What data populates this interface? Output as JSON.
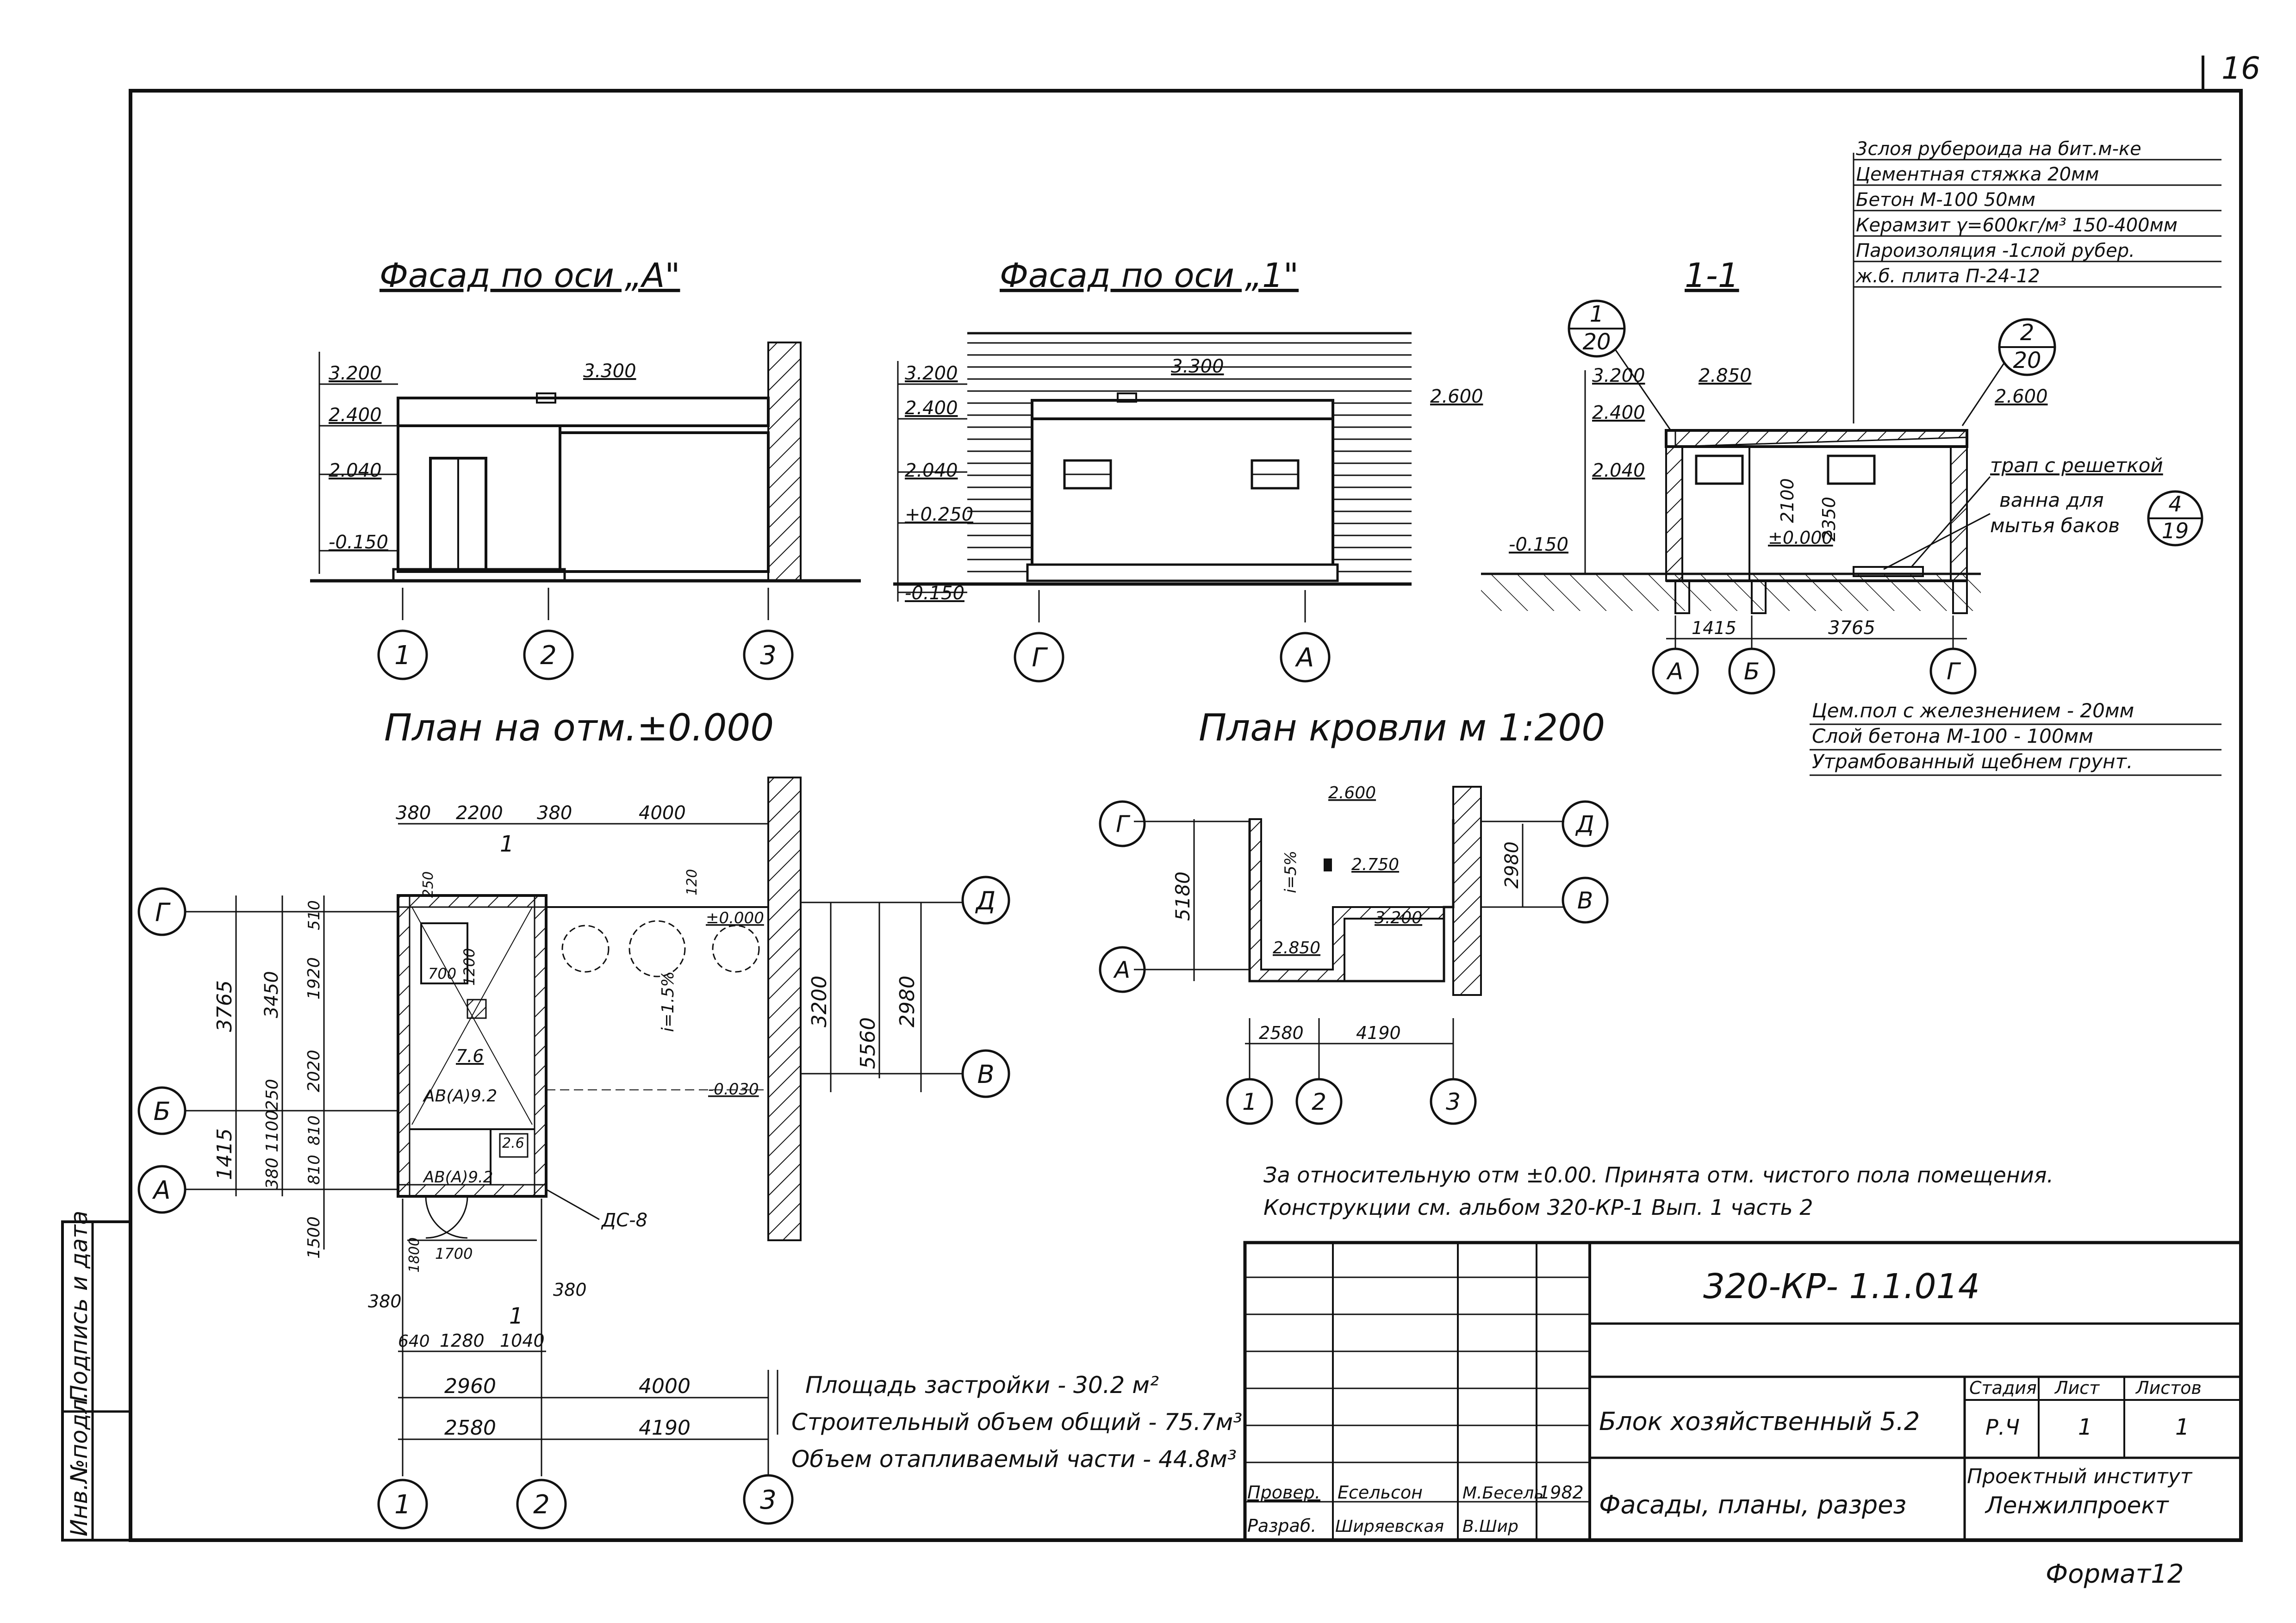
{
  "sheet_number": "16",
  "format_label": "Формат12",
  "facade_a": {
    "title": "Фасад по оси „А\"",
    "levels": [
      "3.200",
      "2.400",
      "2.040",
      "-0.150"
    ],
    "top_level": "3.300",
    "axes": [
      "1",
      "2",
      "3"
    ]
  },
  "facade_1": {
    "title": "Фасад по оси „1\"",
    "levels": [
      "3.200",
      "2.400",
      "2.040",
      "+0.250",
      "-0.150"
    ],
    "top_level": "3.300",
    "right_level": "2.600",
    "axes": [
      "Г",
      "А"
    ]
  },
  "section": {
    "title": "1-1",
    "callout_left": {
      "num": "1",
      "sheet": "20"
    },
    "callout_right": {
      "num": "2",
      "sheet": "20"
    },
    "callout_bath": {
      "num": "4",
      "sheet": "19"
    },
    "levels": [
      "3.200",
      "2.400",
      "2.040",
      "-0.150"
    ],
    "level_top": "2.850",
    "level_right": "2.600",
    "level_zero": "±0.000",
    "dim_2100": "2100",
    "dim_2350": "2350",
    "dim_1415": "1415",
    "dim_3765": "3765",
    "axes": [
      "А",
      "Б",
      "Г"
    ],
    "note_drain": "трап с решеткой",
    "note_bath_1": "ванна для",
    "note_bath_2": "мытья баков",
    "roof_layers": [
      "3слоя рубероида на бит.м-ке",
      "Цементная стяжка      20мм",
      "Бетон М-100           50мм",
      "Керамзит γ=600кг/м³ 150-400мм",
      "Пароизоляция -1слой рубер.",
      "ж.б. плита   П-24-12"
    ],
    "floor_layers": [
      "Цем.пол с железнением - 20мм",
      "Слой бетона М-100   - 100мм",
      "Утрамбованный щебнем грунт."
    ]
  },
  "plan": {
    "title": "План на отм.±0.000",
    "top_dims": [
      "380",
      "2200",
      "380",
      "4000"
    ],
    "bottom_dims_1": [
      "640",
      "1280",
      "1040"
    ],
    "bottom_dims_2": [
      "2960",
      "4000"
    ],
    "bottom_dims_3": [
      "2580",
      "4190"
    ],
    "small_dims": [
      "380",
      "380"
    ],
    "left_dims_outer": [
      "3765",
      "1415"
    ],
    "left_dims_mid": [
      "3450",
      "250",
      "1100",
      "380"
    ],
    "left_dims_inner": [
      "510",
      "1920",
      "2020",
      "810",
      "810",
      "1500"
    ],
    "right_dims": [
      "3200",
      "2980",
      "5560"
    ],
    "rooms": [
      "7.6",
      "АВ(А)9.2",
      "АВ(А)9.2",
      "2.6"
    ],
    "labels": [
      "ДС-8",
      "i=1.5%",
      "±0.000",
      "-0.030",
      "700",
      "1200",
      "1700",
      "1800",
      "250",
      "120"
    ],
    "section_mark": "1",
    "axes_left": [
      "Г",
      "Б",
      "А"
    ],
    "axes_right": [
      "Д",
      "В"
    ],
    "axes_bottom": [
      "1",
      "2",
      "3"
    ]
  },
  "roof_plan": {
    "title": "План кровли м 1:200",
    "levels": [
      "2.600",
      "2.750",
      "3.200",
      "2.850"
    ],
    "slope": "i=5%",
    "dims": [
      "5180",
      "2980",
      "2580",
      "4190"
    ],
    "axes_left": [
      "Г",
      "А"
    ],
    "axes_right": [
      "Д",
      "В"
    ],
    "axes_bottom": [
      "1",
      "2",
      "3"
    ]
  },
  "notes": {
    "line1": "За относительную отм ±0.00. Принята отм. чистого пола помещения.",
    "line2": "Конструкции см. альбом 320-КР-1    Вып. 1      часть 2"
  },
  "areas": {
    "line1": "Площадь застройки  -  30.2 м²",
    "line2": "Строительный объем общий - 75.7м³",
    "line3": "Объем отапливаемый части - 44.8м³"
  },
  "side_stamp": [
    "Инв.№подл.",
    "Подпись и дата"
  ],
  "title_block": {
    "code": "320-КР- 1.1.014",
    "name": "Блок хозяйственный 5.2",
    "sheet_title": "Фасады, планы, разрез",
    "stage_header": "Стадия",
    "sheet_header": "Лист",
    "sheets_header": "Листов",
    "stage": "Р.Ч",
    "sheet": "1",
    "sheets": "1",
    "org_1": "Проектный институт",
    "org_2": "Ленжилпроект",
    "roles": [
      "Провер.",
      "Разраб."
    ],
    "names": [
      "Есельсон",
      "Ширяевская"
    ],
    "signatures": [
      "М.Бесель",
      "В.Шир"
    ],
    "year": "1982"
  }
}
